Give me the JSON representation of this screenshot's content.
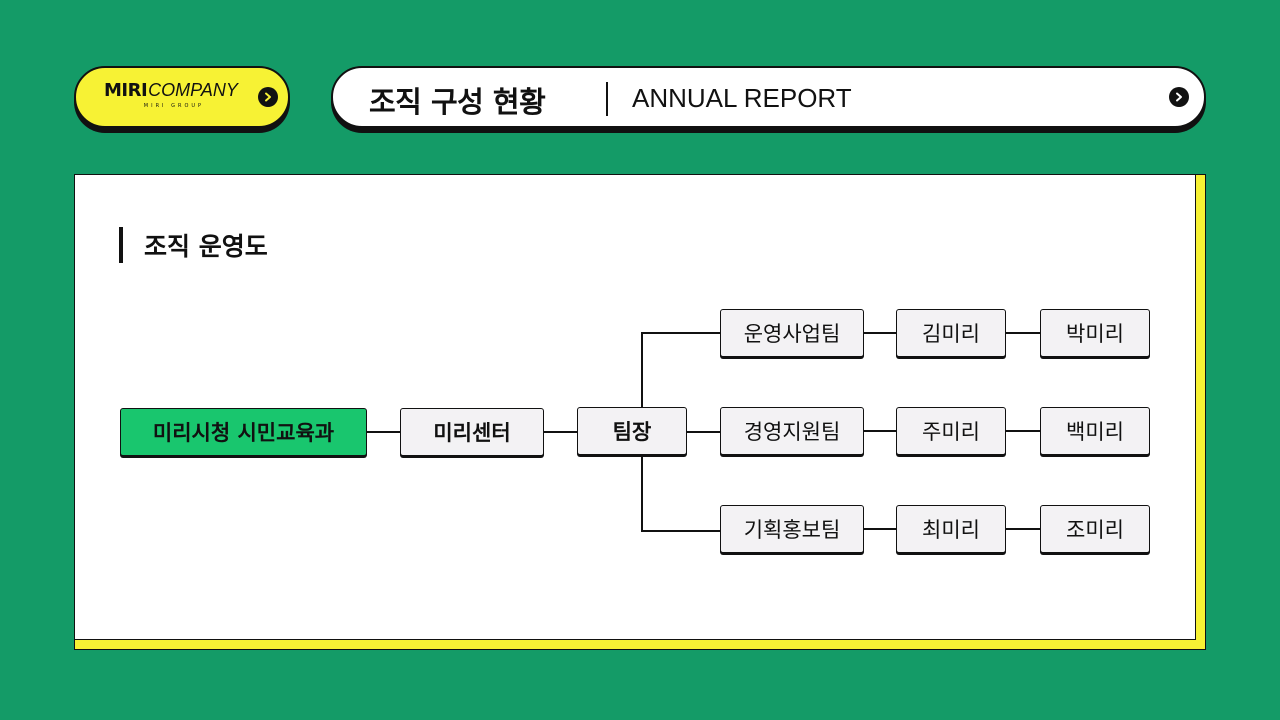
{
  "header": {
    "logo": {
      "mark": "MIRI",
      "name": "COMPANY",
      "sub": "MIRI GROUP"
    },
    "title": "조직 구성 현황",
    "subtitle": "ANNUAL REPORT"
  },
  "section": {
    "title": "조직 운영도"
  },
  "org_chart": {
    "root": "미리시청 시민교육과",
    "center": "미리센터",
    "lead": "팀장",
    "teams": [
      {
        "name": "운영사업팀",
        "members": [
          "김미리",
          "박미리"
        ]
      },
      {
        "name": "경영지원팀",
        "members": [
          "주미리",
          "백미리"
        ]
      },
      {
        "name": "기획홍보팀",
        "members": [
          "최미리",
          "조미리"
        ]
      }
    ]
  },
  "colors": {
    "background": "#149b67",
    "accent_yellow": "#f7f234",
    "root_node": "#19c66e",
    "node_fill": "#f3f2f4"
  }
}
